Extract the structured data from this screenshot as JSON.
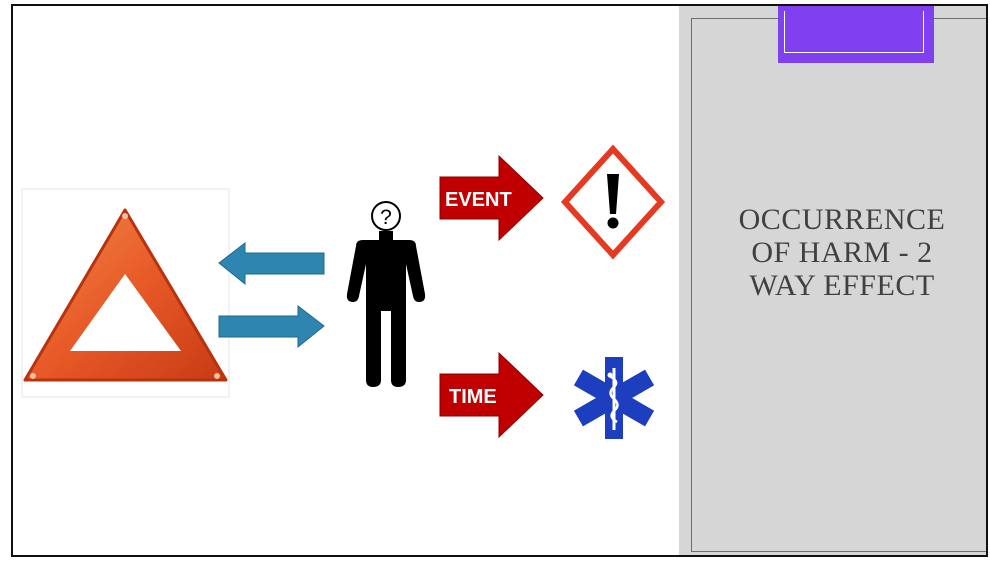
{
  "slide": {
    "title_line1": "OCCURRENCE",
    "title_line2": "OF HARM - 2",
    "title_line3": "WAY EFFECT",
    "question_mark": "?",
    "event_label": "EVENT",
    "time_label": "TIME"
  },
  "colors": {
    "accent": "#8040f0",
    "panel": "#d6d6d6",
    "arrow_red": "#c00000",
    "arrow_blue": "#2e86b0",
    "warning_red": "#e53a22",
    "star_of_life_blue": "#1d3fbf"
  },
  "icons": {
    "warning_triangle": "warning-triangle-icon",
    "person": "person-icon",
    "hazard": "hazard-exclamation-icon",
    "medical": "star-of-life-icon"
  }
}
